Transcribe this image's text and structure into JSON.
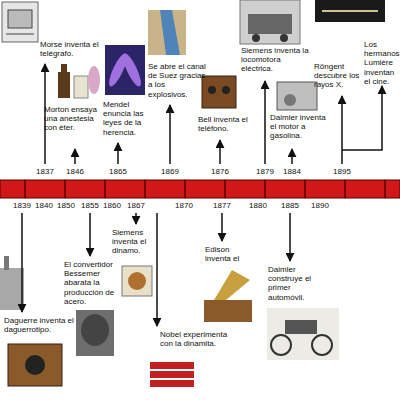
{
  "diagram": {
    "labels": [
      "Morse inventa el telégrafo.",
      "Morton ensaya una anestesia con éter.",
      "Mendel enuncia las leyes de la herencia.",
      "Se abre el canal de Suez gracias a los explosivos.",
      "Bell inventa el teléfono.",
      "Siemens inventa la locomotora eléctrica.",
      "Daimler inventa el motor a gasolina.",
      "Röngent descubre los rayos X.",
      "Los hermanos Lumière inventan el cine.",
      "Daguerre inventa el daguerrotipo.",
      "El convertidor Bessemer abarata la producción de acero.",
      "Siemens inventa el dinamo.",
      "Nobel experimenta con la dinamita.",
      "Edison inventa el",
      "Daimler construye el primer automóvil.",
      "1837",
      "1846",
      "1865",
      "1869",
      "1876",
      "1879",
      "1884",
      "1895",
      "1839",
      "1840",
      "1850",
      "1855",
      "1860",
      "1867",
      "1870",
      "1877",
      "1880",
      "1885",
      "1890"
    ]
  }
}
